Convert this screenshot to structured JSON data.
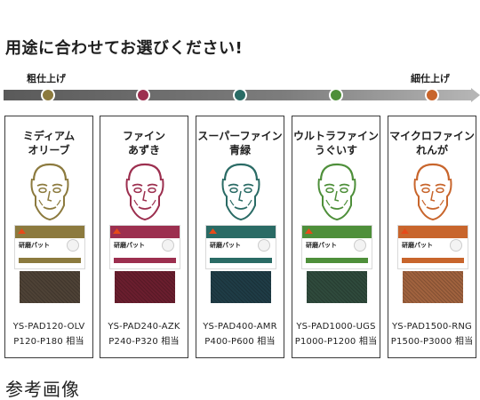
{
  "headline": "用途に合わせてお選びください!",
  "grit_labels": {
    "coarse": "粗仕上げ",
    "fine": "細仕上げ"
  },
  "products": [
    {
      "name_line1": "ミディアム",
      "name_line2": "オリーブ",
      "model": "YS-PAD120-OLV",
      "grit": "P120-P180 相当",
      "color": "#8c7a3e",
      "pad_color": "#4e4236"
    },
    {
      "name_line1": "ファイン",
      "name_line2": "あずき",
      "model": "YS-PAD240-AZK",
      "grit": "P240-P320 相当",
      "color": "#9c2f4f",
      "pad_color": "#6a1e2e"
    },
    {
      "name_line1": "スーパーファイン",
      "name_line2": "青緑",
      "model": "YS-PAD400-AMR",
      "grit": "P400-P600 相当",
      "color": "#2a6b65",
      "pad_color": "#1f3c46"
    },
    {
      "name_line1": "ウルトラファイン",
      "name_line2": "うぐいす",
      "model": "YS-PAD1000-UGS",
      "grit": "P1000-P1200 相当",
      "color": "#4e8f3a",
      "pad_color": "#2f4a3c"
    },
    {
      "name_line1": "マイクロファイン",
      "name_line2": "れんが",
      "model": "YS-PAD1500-RNG",
      "grit": "P1500-P3000 相当",
      "color": "#c8652c",
      "pad_color": "#a0623e"
    }
  ],
  "reference_note": "参考画像"
}
